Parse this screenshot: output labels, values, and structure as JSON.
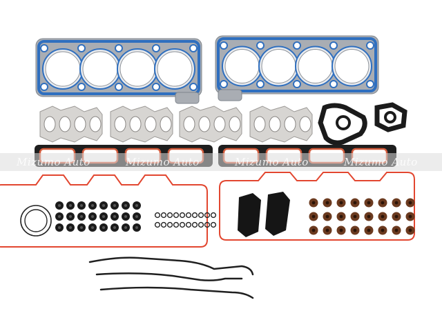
{
  "watermark": {
    "text": "Mizumo Auto",
    "repeat": 4
  },
  "colors": {
    "head_gasket_steel": "#a9adb3",
    "head_gasket_blue": "#2f6fbf",
    "head_gasket_rim": "#e9ebee",
    "exhaust_gasket": "#d7d5d2",
    "intake_gasket_black": "#1e1e1e",
    "intake_gasket_orange": "#d35a3a",
    "valve_cover_orange": "#e2462f",
    "seal_black": "#1b1b1b",
    "seal_brown": "#6b3a1f",
    "timing_gasket_black": "#1f1f1f"
  },
  "parts": {
    "head_gaskets": 2,
    "head_gasket_bores": 4,
    "exhaust_gaskets": 4,
    "intake_gaskets": 2,
    "small_gaskets": 2,
    "valve_cover_gaskets": 2,
    "black_valve_stem_seals": 24,
    "brown_valve_stem_seals": 24,
    "small_orings": 20,
    "timing_cover_gaskets": 3
  }
}
